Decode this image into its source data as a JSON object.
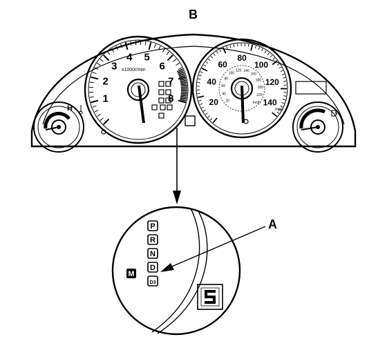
{
  "callouts": {
    "b": "B",
    "a": "A"
  },
  "tachometer": {
    "numbers": [
      "1",
      "2",
      "3",
      "4",
      "5",
      "6",
      "7",
      "8"
    ],
    "unit": "x1000r/min"
  },
  "speedometer": {
    "outer_numbers": [
      "20",
      "40",
      "60",
      "80",
      "100",
      "120",
      "140"
    ],
    "inner_numbers": [
      "20",
      "40",
      "60",
      "80",
      "100",
      "120",
      "140",
      "160",
      "180",
      "200",
      "220"
    ],
    "unit_outer": "mph",
    "unit_inner": "km/h"
  },
  "temp_gauge": {
    "high_mark": "H"
  },
  "gear_indicator": {
    "positions": [
      "P",
      "R",
      "N",
      "D",
      "D3"
    ],
    "mode": "M",
    "selected_gear": "D",
    "gear_number": "5"
  },
  "colors": {
    "ink": "#000000",
    "paper": "#ffffff"
  }
}
